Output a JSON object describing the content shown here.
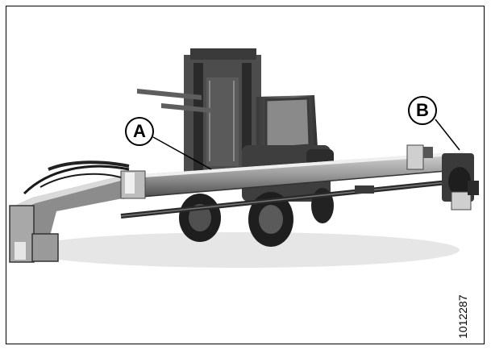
{
  "callouts": {
    "a": "A",
    "b": "B"
  },
  "figure_id": "1012287",
  "colors": {
    "frame": "#000000",
    "photo_dark": "#2a2a2a",
    "photo_mid": "#6e6e6e",
    "photo_light": "#c8c8c8"
  }
}
